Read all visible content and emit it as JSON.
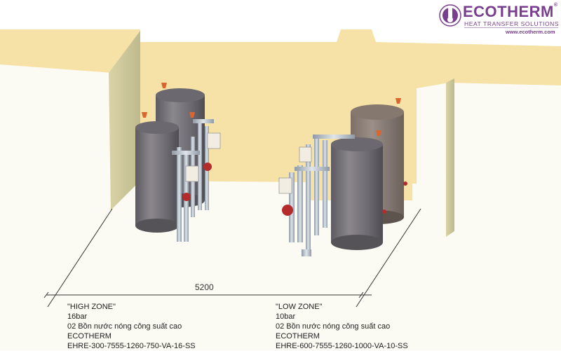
{
  "brand": {
    "name": "ECOTHERM",
    "registered": "®",
    "tagline": "HEAT TRANSFER SOLUTIONS",
    "url": "www.ecotherm.com",
    "color": "#7a3e8e"
  },
  "drawing": {
    "dimension_label": "5200",
    "colors": {
      "wall": "#f6e2a6",
      "floor": "#fbfbf3",
      "tank": "#77747a",
      "valve_red": "#b32b2b"
    }
  },
  "zones": [
    {
      "title": "\"HIGH ZONE\"",
      "pressure": "16bar",
      "description": "02 Bồn nước nóng công suất cao",
      "brand": "ECOTHERM",
      "model": "EHRE-300-7555-1260-750-VA-16-SS"
    },
    {
      "title": "\"LOW ZONE\"",
      "pressure": "10bar",
      "description": "02 Bồn nước nóng công suất cao",
      "brand": "ECOTHERM",
      "model": "EHRE-600-7555-1260-1000-VA-10-SS"
    }
  ]
}
